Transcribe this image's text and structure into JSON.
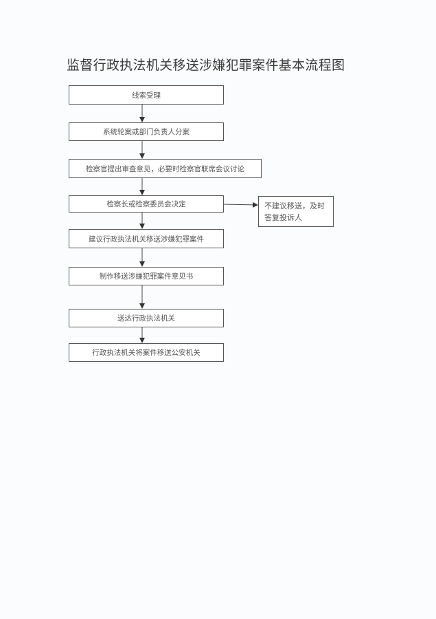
{
  "title": "监督行政执法机关移送涉嫌犯罪案件基本流程图",
  "steps": [
    "线索受理",
    "系统轮案或部门负责人分案",
    "检察官提出审查意见，必要时检察官联席会议讨论",
    "检察长或检察委员会决定",
    "建议行政执法机关移送涉嫌犯罪案件",
    "制作移送涉嫌犯罪案件意见书",
    "送达行政执法机关",
    "行政执法机关将案件移送公安机关"
  ],
  "side_branch": "不建议移送，及时答复投诉人"
}
